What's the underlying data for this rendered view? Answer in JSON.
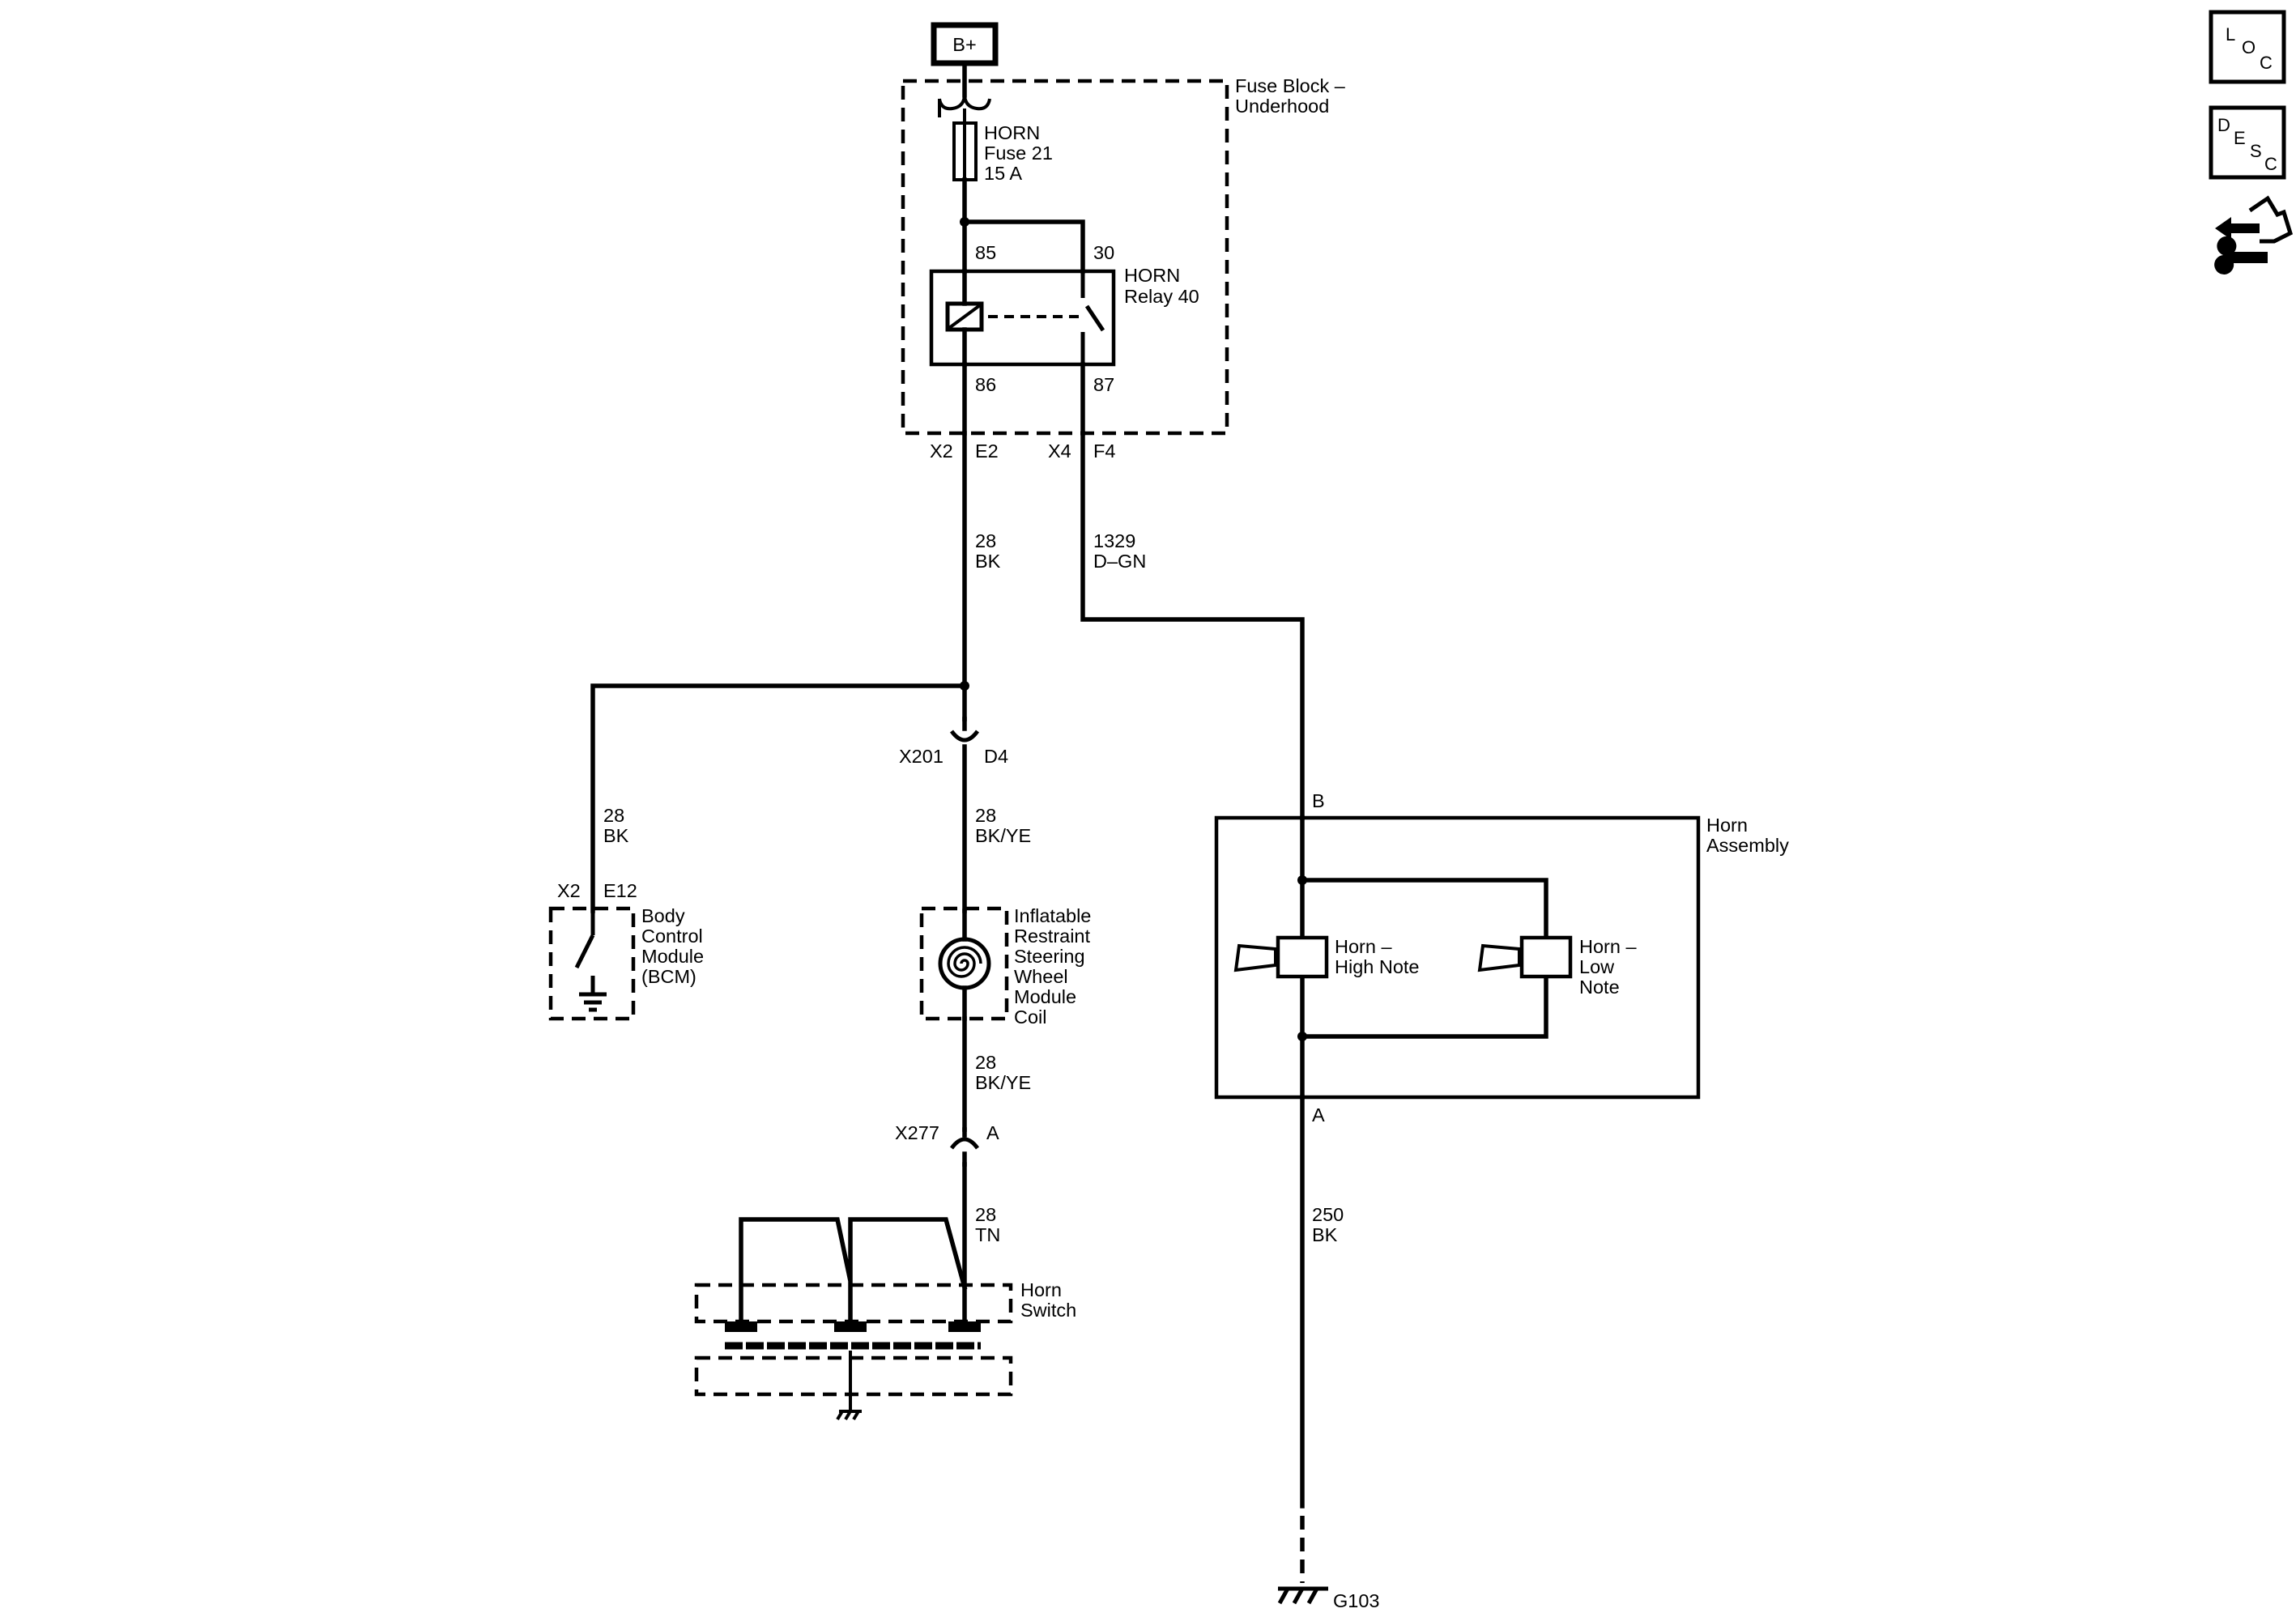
{
  "power": {
    "label": "B+"
  },
  "fuse_block": {
    "name_line1": "Fuse Block –",
    "name_line2": "Underhood"
  },
  "fuse": {
    "line1": "HORN",
    "line2": "Fuse 21",
    "line3": "15 A"
  },
  "relay": {
    "line1": "HORN",
    "line2": "Relay 40",
    "pin_85": "85",
    "pin_30": "30",
    "pin_86": "86",
    "pin_87": "87"
  },
  "connectors": {
    "x2_left": "X2",
    "e2": "E2",
    "x4": "X4",
    "f4": "F4",
    "x201": "X201",
    "d4": "D4",
    "x2_bcm": "X2",
    "e12": "E12",
    "x277": "X277",
    "a_x277": "A",
    "horn_b": "B",
    "horn_a": "A"
  },
  "wires": {
    "w28_bk_top": {
      "circuit": "28",
      "color": "BK"
    },
    "w1329": {
      "circuit": "1329",
      "color": "D–GN"
    },
    "w28_bk_bcm": {
      "circuit": "28",
      "color": "BK"
    },
    "w28_bkye_1": {
      "circuit": "28",
      "color": "BK/YE"
    },
    "w28_bkye_2": {
      "circuit": "28",
      "color": "BK/YE"
    },
    "w28_tn": {
      "circuit": "28",
      "color": "TN"
    },
    "w250_bk": {
      "circuit": "250",
      "color": "BK"
    }
  },
  "bcm": {
    "line1": "Body",
    "line2": "Control",
    "line3": "Module",
    "line4": "(BCM)"
  },
  "coil": {
    "line1": "Inflatable",
    "line2": "Restraint",
    "line3": "Steering",
    "line4": "Wheel",
    "line5": "Module",
    "line6": "Coil"
  },
  "horn_switch": {
    "line1": "Horn",
    "line2": "Switch"
  },
  "horn_assembly": {
    "line1": "Horn",
    "line2": "Assembly"
  },
  "horn_high": {
    "line1": "Horn –",
    "line2": "High Note"
  },
  "horn_low": {
    "line1": "Horn –",
    "line2": "Low",
    "line3": "Note"
  },
  "ground": {
    "label": "G103"
  },
  "nav_icons": {
    "loc": {
      "l1": "L",
      "l2": "O",
      "l3": "C"
    },
    "desc": {
      "l1": "D",
      "l2": "E",
      "l3": "S",
      "l4": "C"
    }
  }
}
